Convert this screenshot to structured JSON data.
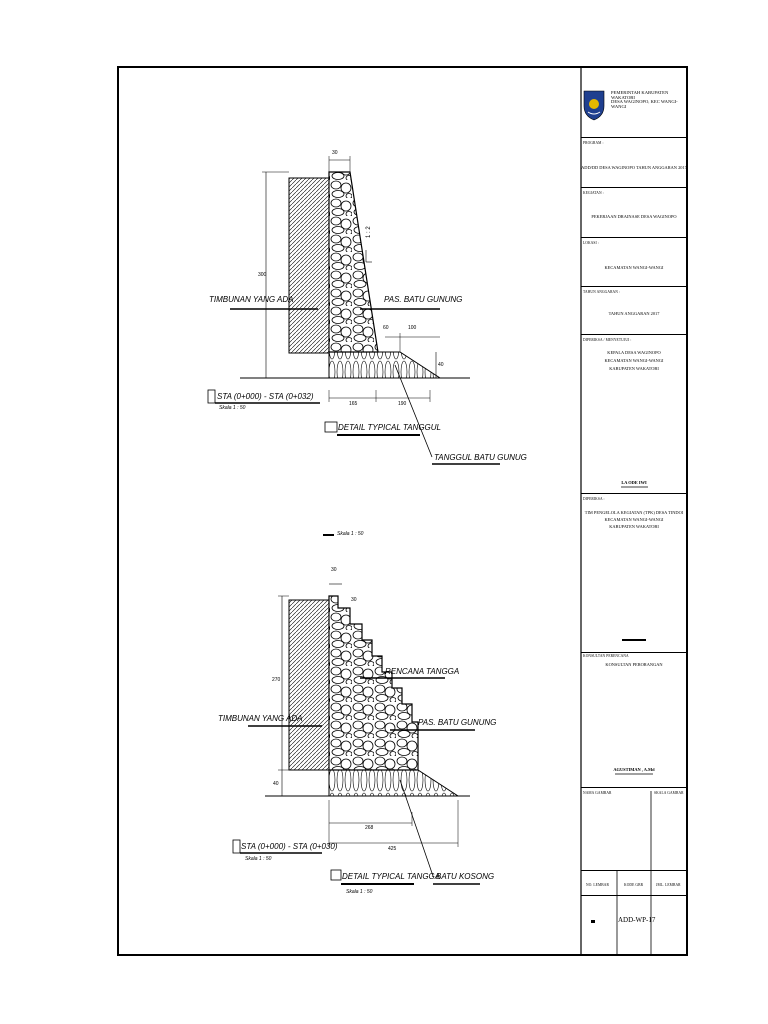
{
  "drawing1": {
    "top_dim": "30",
    "height_dim": "300",
    "slope": "1 : 2",
    "dim_60": "60",
    "dim_100": "100",
    "dim_40": "40",
    "dim_165": "165",
    "dim_190": "190",
    "label_fill": "TIMBUNAN YANG ADA",
    "label_masonry": "PAS. BATU GUNUNG",
    "sta": "STA (0+000) - STA (0+032)",
    "scale": "Skala 1 : 50",
    "title": "DETAIL TYPICAL TANGGUL",
    "label_dike": "TANGGUL BATU GUNUG"
  },
  "middle_scale": "Skala 1 : 50",
  "drawing2": {
    "top_dim": "30",
    "step_dim": "30",
    "height_dim": "270",
    "base_dim": "40",
    "label_steps": "RENCANA TANGGA",
    "label_fill": "TIMBUNAN YANG ADA",
    "label_masonry": "PAS. BATU GUNUNG",
    "dim_268": "268",
    "dim_425": "425",
    "sta": "STA (0+000) - STA (0+030)",
    "scale": "Skala 1 : 50",
    "title": "DETAIL TYPICAL TANGGA",
    "label_empty_stone": "BATU KOSONG"
  },
  "title_block": {
    "header_line1": "PEMERINTAH KABUPATEN WAKATOBI",
    "header_line2": "DESA WAGINOPO, KEC WANGI-WANGI",
    "program_label": "PROGRAM :",
    "program_value": "ADD/DD DESA WAGINOPO TAHUN ANGGARAN 2017",
    "kegiatan_label": "KEGIATAN :",
    "kegiatan_value": "PEKERJAAN DRAINASE  DESA WAGINOPO",
    "lokasi_label": "LOKASI :",
    "lokasi_value": "KECAMATAN WANGI-WANGI",
    "tahun_label": "TAHUN ANGGARAN :",
    "tahun_value": "TAHUN ANGGARAN 2017",
    "approver_label": "DIPERIKSA / MENYETUJUI :",
    "approver_line1": "KEPALA DESA WAGINOPO",
    "approver_line2": "KECAMATAN WANGI-WANGI",
    "approver_line3": "KABUPATEN WAKATOBI",
    "approver_name": "LA ODE IWI",
    "checker_label": "DIPERIKSA :",
    "checker_line1": "TIM PENGELOLA KEGIATAN (TPK) DESA TINDOI",
    "checker_line2": "KECAMATAN WANGI-WANGI",
    "checker_line3": "KABUPATEN WAKATOBI",
    "designer_label": "KONSULTAN PERENCANA",
    "designer_line1": "KONSULTAN PERORANGAN",
    "designer_name": "AGUSTIMAN , A.Md",
    "nama_gambar_label": "NAMA GAMBAR",
    "skala_gambar_label": "SKALA GAMBAR",
    "no_lembar_label": "NO. LEMBAR",
    "kode_gbr_label": "KODE GBR",
    "jml_lembar_label": "JML. LEMBAR",
    "sheet_code": "ADD-WP-17"
  }
}
